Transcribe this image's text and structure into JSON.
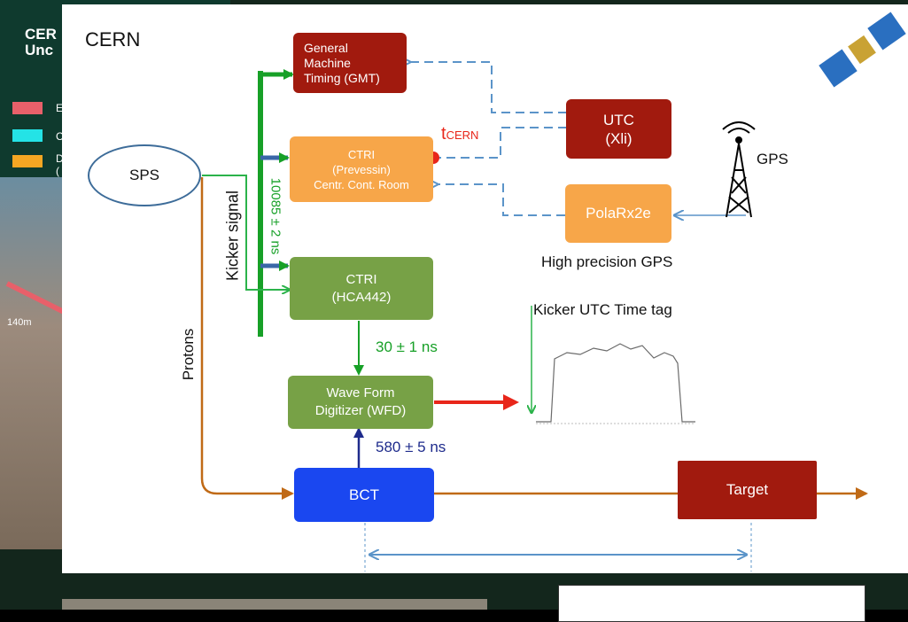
{
  "background": {
    "title_lines": [
      "CER",
      "Unc"
    ],
    "legend_letters": [
      "E",
      "C",
      "D",
      "("
    ],
    "legend_colors": [
      "#e8606a",
      "#24e3e6",
      "#f5a623"
    ],
    "distance_label": "140m"
  },
  "diagram": {
    "site_label": "CERN",
    "nodes": {
      "gmt": "General\nMachine\nTiming (GMT)",
      "utc": "UTC\n(Xli)",
      "ctri_prevessin": "CTRI\n(Prevessin)\nCentr. Cont. Room",
      "polarx": "PolaRx2e",
      "sps": "SPS",
      "ctri_hca": "CTRI\n(HCA442)",
      "wfd": "Wave Form\nDigitizer (WFD)",
      "bct": "BCT",
      "target": "Target"
    },
    "labels": {
      "t_main": "t",
      "t_sub": "CERN",
      "gps": "GPS",
      "high_precision_gps": "High precision GPS",
      "kicker_signal": "Kicker signal",
      "delay_ctri": "10085 ± 2 ns",
      "delay_30": "30 ± 1 ns",
      "delay_580": "580 ± 5 ns",
      "protons": "Protons",
      "kicker_time_tag": "Kicker UTC Time tag"
    },
    "colors": {
      "dark_red": "#a11a0e",
      "orange": "#f7a649",
      "green": "#77a146",
      "blue": "#1a47f0",
      "brown": "#c06a16",
      "signal_green": "#17a027",
      "dashed_blue": "#5b94c9",
      "red_arrow": "#e8261a"
    }
  }
}
